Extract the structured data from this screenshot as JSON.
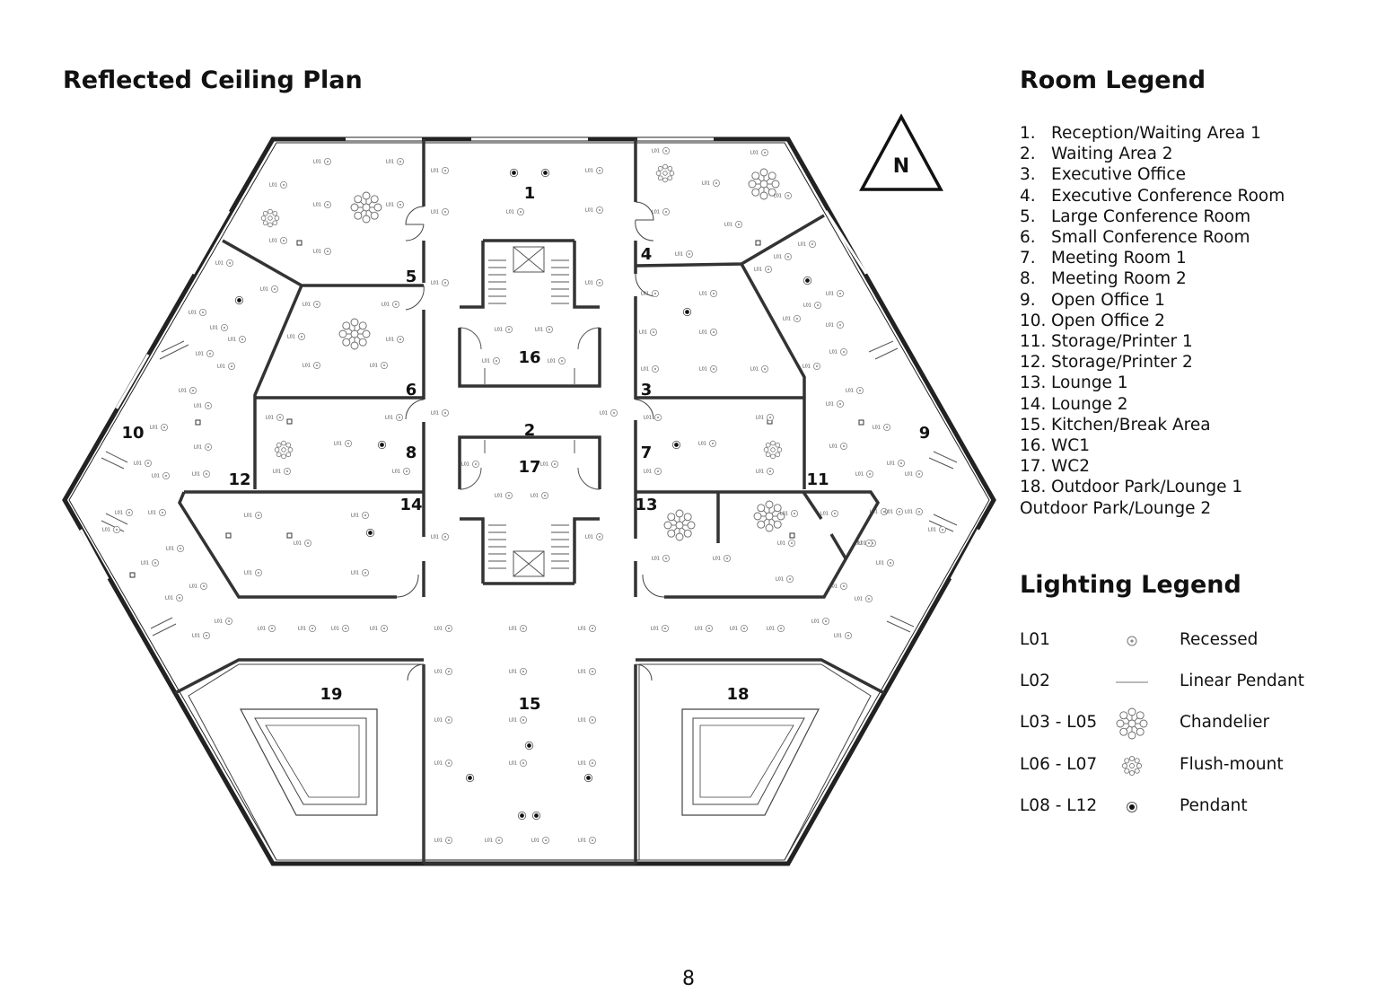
{
  "plan": {
    "title": "Reflected Ceiling Plan",
    "north_label": "N",
    "fixture_code": "L01",
    "room_tags": [
      {
        "id": "r1",
        "label": "1"
      },
      {
        "id": "r2",
        "label": "2"
      },
      {
        "id": "r3",
        "label": "3"
      },
      {
        "id": "r4",
        "label": "4"
      },
      {
        "id": "r5",
        "label": "5"
      },
      {
        "id": "r6",
        "label": "6"
      },
      {
        "id": "r7",
        "label": "7"
      },
      {
        "id": "r8",
        "label": "8"
      },
      {
        "id": "r9",
        "label": "9"
      },
      {
        "id": "r10",
        "label": "10"
      },
      {
        "id": "r11",
        "label": "11"
      },
      {
        "id": "r12",
        "label": "12"
      },
      {
        "id": "r13",
        "label": "13"
      },
      {
        "id": "r14",
        "label": "14"
      },
      {
        "id": "r15",
        "label": "15"
      },
      {
        "id": "r16",
        "label": "16"
      },
      {
        "id": "r17",
        "label": "17"
      },
      {
        "id": "r18",
        "label": "18"
      },
      {
        "id": "r19",
        "label": "19"
      }
    ]
  },
  "room_legend": {
    "title": "Room Legend",
    "items": [
      {
        "num": "1.",
        "name": "Reception/Waiting Area 1"
      },
      {
        "num": "2.",
        "name": "Waiting Area 2"
      },
      {
        "num": "3.",
        "name": "Executive Office"
      },
      {
        "num": "4.",
        "name": "Executive Conference Room"
      },
      {
        "num": "5.",
        "name": "Large Conference Room"
      },
      {
        "num": "6.",
        "name": "Small Conference Room"
      },
      {
        "num": "7.",
        "name": "Meeting Room 1"
      },
      {
        "num": "8.",
        "name": "Meeting Room 2"
      },
      {
        "num": "9.",
        "name": "Open Office 1"
      },
      {
        "num": "10.",
        "name": "Open Office 2"
      },
      {
        "num": "11.",
        "name": "Storage/Printer 1"
      },
      {
        "num": "12.",
        "name": "Storage/Printer 2"
      },
      {
        "num": "13.",
        "name": "Lounge 1"
      },
      {
        "num": "14.",
        "name": "Lounge 2"
      },
      {
        "num": "15.",
        "name": "Kitchen/Break Area"
      },
      {
        "num": "16.",
        "name": "WC1"
      },
      {
        "num": "17.",
        "name": "WC2"
      },
      {
        "num": "18.",
        "name": "Outdoor Park/Lounge 1"
      }
    ],
    "extra_item": "Outdoor Park/Lounge 2"
  },
  "lighting_legend": {
    "title": "Lighting Legend",
    "items": [
      {
        "code": "L01",
        "symbol": "recessed-icon",
        "type": "Recessed"
      },
      {
        "code": "L02",
        "symbol": "linear-pendant-icon",
        "type": "Linear Pendant"
      },
      {
        "code": "L03 - L05",
        "symbol": "chandelier-icon",
        "type": "Chandelier"
      },
      {
        "code": "L06 - L07",
        "symbol": "flush-mount-icon",
        "type": "Flush-mount"
      },
      {
        "code": "L08 - L12",
        "symbol": "pendant-icon",
        "type": "Pendant"
      }
    ]
  },
  "page_number": "8"
}
